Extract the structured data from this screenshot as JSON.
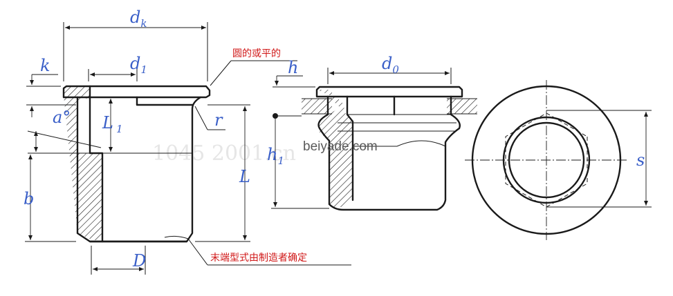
{
  "labels": {
    "dk": "d",
    "dk_sub": "k",
    "d1": "d",
    "d1_sub": "1",
    "k": "k",
    "a": "a°",
    "L1": "L",
    "L1_sub": "1",
    "r": "r",
    "L": "L",
    "b": "b",
    "D": "D",
    "h": "h",
    "d0": "d",
    "d0_sub": "0",
    "h1": "h",
    "h1_sub": "1",
    "s": "s"
  },
  "notes": {
    "head_shape": "圆的或平的",
    "end_shape": "末端型式由制造者确定"
  },
  "watermark": {
    "text": "beiyade.com",
    "faint": "1045 2001.cn"
  },
  "colors": {
    "label": "#3a5fc8",
    "note": "#d01818",
    "line": "#1a1a1a"
  }
}
